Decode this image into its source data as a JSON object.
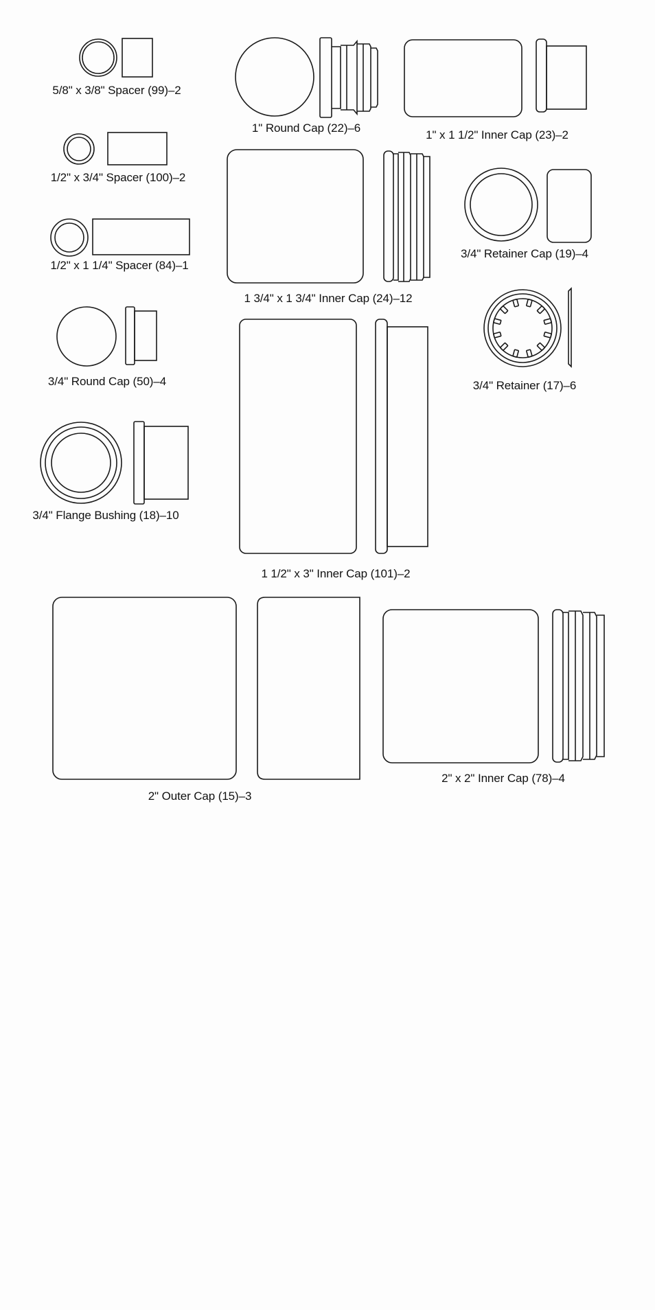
{
  "diagram": {
    "parts": [
      {
        "id": "spacer-5-8x3-8",
        "label": "5/8\" x 3/8\" Spacer (99)–2"
      },
      {
        "id": "round-cap-1",
        "label": "1\" Round Cap (22)–6"
      },
      {
        "id": "inner-cap-1x1-1-2",
        "label": "1\" x 1 1/2\" Inner Cap (23)–2"
      },
      {
        "id": "spacer-1-2x3-4",
        "label": "1/2\" x 3/4\" Spacer (100)–2"
      },
      {
        "id": "spacer-1-2x1-1-4",
        "label": "1/2\" x 1 1/4\" Spacer (84)–1"
      },
      {
        "id": "inner-cap-1-3-4",
        "label": "1 3/4\" x 1 3/4\" Inner Cap (24)–12"
      },
      {
        "id": "retainer-cap-3-4",
        "label": "3/4\" Retainer Cap (19)–4"
      },
      {
        "id": "round-cap-3-4",
        "label": "3/4\" Round Cap (50)–4"
      },
      {
        "id": "retainer-3-4",
        "label": "3/4\" Retainer (17)–6"
      },
      {
        "id": "flange-bushing-3-4",
        "label": "3/4\" Flange Bushing (18)–10"
      },
      {
        "id": "inner-cap-1-1-2x3",
        "label": "1 1/2\" x 3\" Inner Cap (101)–2"
      },
      {
        "id": "outer-cap-2",
        "label": "2\" Outer Cap (15)–3"
      },
      {
        "id": "inner-cap-2x2",
        "label": "2\" x 2\" Inner Cap (78)–4"
      }
    ]
  }
}
